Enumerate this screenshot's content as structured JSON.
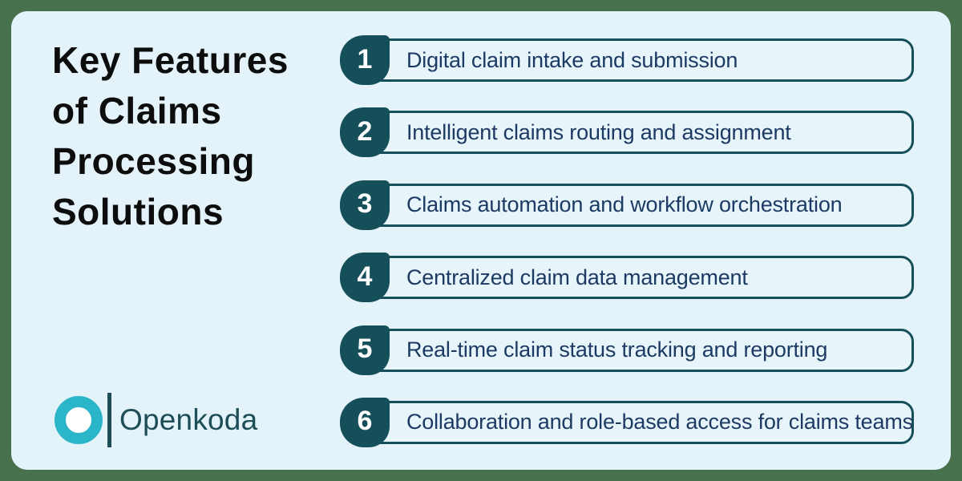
{
  "title": "Key Features of Claims Processing Solutions",
  "features": [
    {
      "number": "1",
      "label": "Digital claim intake and submission"
    },
    {
      "number": "2",
      "label": "Intelligent claims routing and assignment"
    },
    {
      "number": "3",
      "label": "Claims automation and workflow orchestration"
    },
    {
      "number": "4",
      "label": "Centralized claim data management"
    },
    {
      "number": "5",
      "label": "Real-time claim status tracking and reporting"
    },
    {
      "number": "6",
      "label": "Collaboration and role-based access for claims teams"
    }
  ],
  "logo": {
    "brand": "Openkoda",
    "mark": "donut-circle-icon"
  },
  "colors": {
    "frame_green": "#47704D",
    "card_background": "#E4F3FA",
    "dark_teal": "#15505A",
    "item_text_navy": "#1C3A63",
    "logo_cyan": "#2BB5C8",
    "logo_text_teal": "#1D4E57",
    "title_black": "#0D0D0D"
  }
}
